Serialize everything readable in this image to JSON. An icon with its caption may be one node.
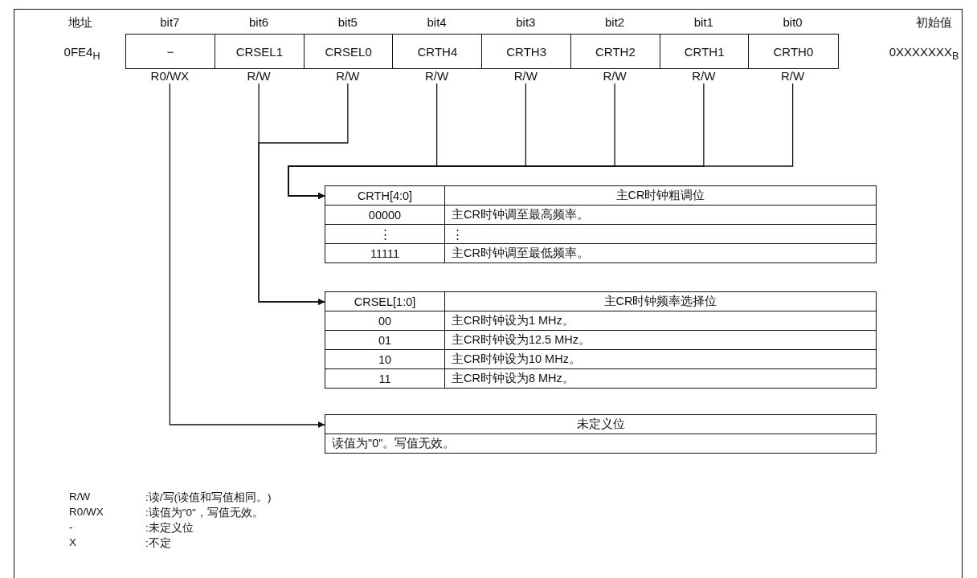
{
  "diagram": {
    "nodes": [
      {
        "text": [
          "−"
        ],
        "beside": [
          "bit7",
          "R0/WX"
        ]
      },
      {
        "text": [
          "CRSEL1"
        ],
        "beside": [
          "bit6",
          "R/W"
        ]
      },
      {
        "text": [
          "CRSEL0"
        ],
        "beside": [
          "bit5",
          "R/W"
        ]
      },
      {
        "text": [
          "CRTH4"
        ],
        "beside": [
          "bit4",
          "R/W"
        ]
      },
      {
        "text": [
          "CRTH3"
        ],
        "beside": [
          "bit3",
          "R/W"
        ]
      },
      {
        "text": [
          "CRTH2"
        ],
        "beside": [
          "bit2",
          "R/W"
        ]
      },
      {
        "text": [
          "CRTH1"
        ],
        "beside": [
          "bit1",
          "R/W"
        ]
      },
      {
        "text": [
          "CRTH0"
        ],
        "beside": [
          "bit0",
          "R/W"
        ]
      },
      {
        "text": [
          "CRTH[4:0]",
          "主CR时钟粗调位",
          "00000",
          "主CR时钟调至最高频率。",
          "⋮",
          "⋮",
          "11111",
          "主CR时钟调至最低频率。"
        ]
      },
      {
        "text": [
          "CRSEL[1:0]",
          "主CR时钟频率选择位",
          "00",
          "主CR时钟设为1 MHz。",
          "01",
          "主CR时钟设为12.5 MHz。",
          "10",
          "主CR时钟设为10 MHz。",
          "11",
          "主CR时钟设为8 MHz。"
        ]
      },
      {
        "text": [
          "未定义位",
          "读值为\"0\"。写值无效。"
        ]
      }
    ],
    "edges": [
      {
        "from": 0,
        "to": 10,
        "arrow": "to"
      },
      {
        "from": 1,
        "to": 9,
        "arrow": "to"
      },
      {
        "from": 2,
        "to": 9,
        "arrow": "to"
      },
      {
        "from": 3,
        "to": 8,
        "arrow": "to"
      },
      {
        "from": 4,
        "to": 8,
        "arrow": "to"
      },
      {
        "from": 5,
        "to": 8,
        "arrow": "to"
      },
      {
        "from": 6,
        "to": 8,
        "arrow": "to"
      },
      {
        "from": 7,
        "to": 8,
        "arrow": "to"
      }
    ],
    "labels": [
      "地址",
      "初始值",
      "0FE4$_{H}$",
      "0XXXXXXX$_{B}$",
      "R/W",
      ":读/写(读值和写值相同。)",
      "R0/WX",
      ":读值为\"0\"，写值无效。",
      "-",
      ":未定义位",
      "X",
      ":不定"
    ]
  }
}
